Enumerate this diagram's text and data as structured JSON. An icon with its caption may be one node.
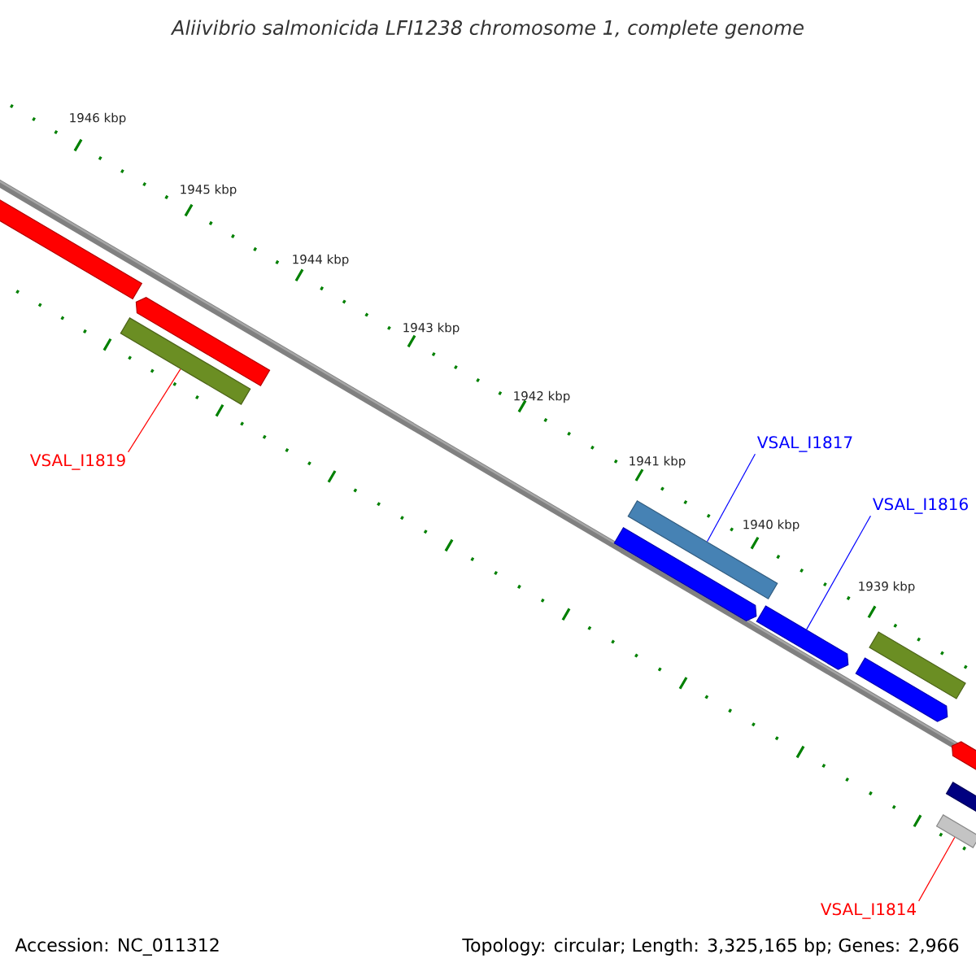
{
  "diagram": {
    "title": "Aliivibrio salmonicida LFI1238 chromosome 1, complete genome",
    "nodes": [
      {
        "text": [],
        "shape": "bar"
      },
      {
        "text": [],
        "shape": "bar"
      },
      {
        "text": [],
        "shape": "bar"
      },
      {
        "text": [
          "VSAL_I1819"
        ]
      },
      {
        "text": [
          "VSAL_I1817"
        ]
      },
      {
        "text": [],
        "shape": "bar"
      },
      {
        "text": [],
        "shape": "bar"
      },
      {
        "text": [
          "VSAL_I1816"
        ]
      },
      {
        "text": [],
        "shape": "bar"
      },
      {
        "text": [],
        "shape": "bar"
      },
      {
        "text": [],
        "shape": "bar"
      },
      {
        "text": [],
        "shape": "bar"
      },
      {
        "text": [],
        "shape": "bar"
      },
      {
        "text": [],
        "shape": "bar"
      },
      {
        "text": [
          "VSAL_I1814"
        ]
      }
    ],
    "edges": [
      {
        "from": 3,
        "to": 2,
        "arrow": "none",
        "color": "#ff0000"
      },
      {
        "from": 4,
        "to": 5,
        "arrow": "none",
        "color": "#0000ff"
      },
      {
        "from": 7,
        "to": 8,
        "arrow": "none",
        "color": "#0000ff"
      },
      {
        "from": 14,
        "to": 13,
        "arrow": "none",
        "color": "#ff0000"
      }
    ],
    "labels": [
      "1946 kbp",
      "1945 kbp",
      "1944 kbp",
      "1943 kbp",
      "1942 kbp",
      "1941 kbp",
      "1940 kbp",
      "1939 kbp",
      "Accession: NC_011312",
      "Topology: circular; Length: 3,325,165 bp; Genes: 2,966"
    ]
  }
}
